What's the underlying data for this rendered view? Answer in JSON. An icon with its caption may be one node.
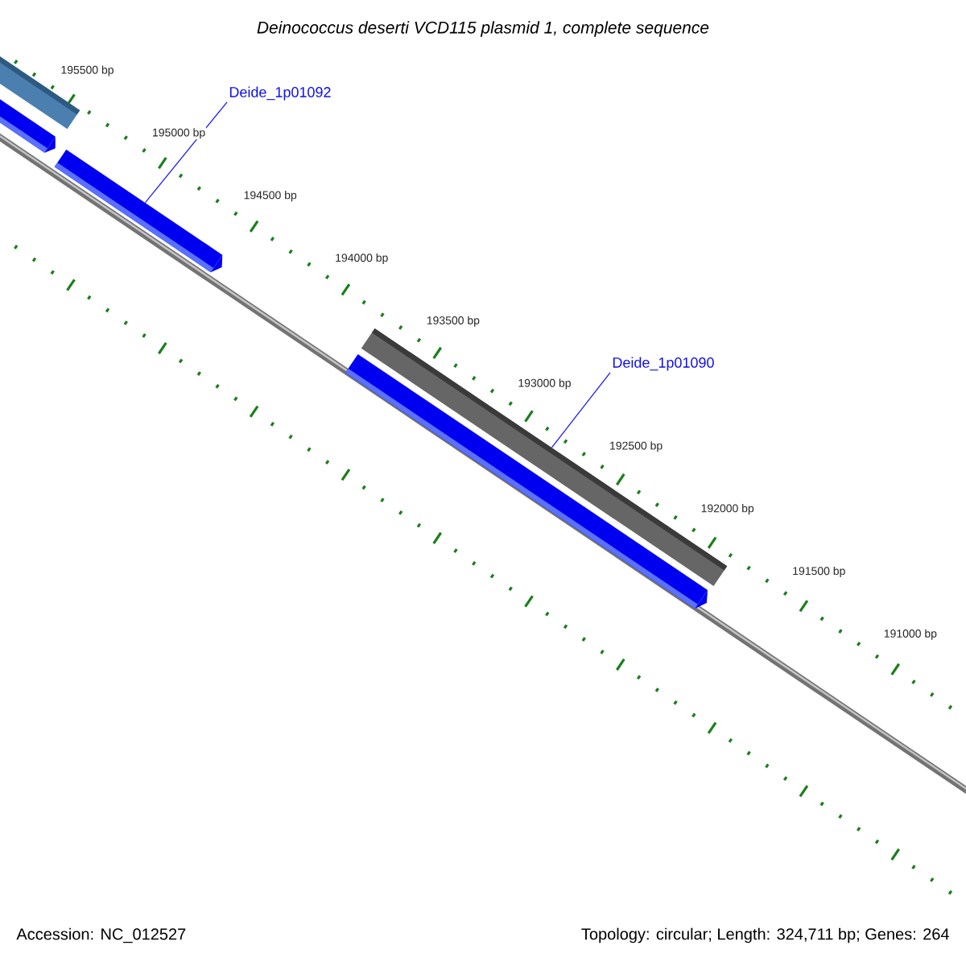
{
  "diagram": {
    "title": "Deinococcus deserti VCD115 plasmid 1, complete sequence",
    "nodes": [
      {
        "text": [
          "Deide_1p01092"
        ]
      },
      {
        "text": [
          "Deide_1p01090"
        ]
      },
      {
        "text": [],
        "shape": "bar"
      },
      {
        "text": [],
        "shape": "arrow"
      },
      {
        "text": [],
        "shape": "arrow"
      },
      {
        "text": [],
        "shape": "bar"
      },
      {
        "text": [],
        "shape": "arrow"
      }
    ],
    "edges": [
      {
        "from": 0,
        "to": 4,
        "arrow": "none"
      },
      {
        "from": 1,
        "to": 5,
        "arrow": "none"
      }
    ],
    "labels": [
      "195500 bp",
      "195000 bp",
      "194500 bp",
      "194000 bp",
      "193500 bp",
      "193000 bp",
      "192500 bp",
      "192000 bp",
      "191500 bp",
      "191000 bp",
      "Accession: NC_012527",
      "Topology: circular; Length: 324,711 bp; Genes: 264"
    ]
  }
}
